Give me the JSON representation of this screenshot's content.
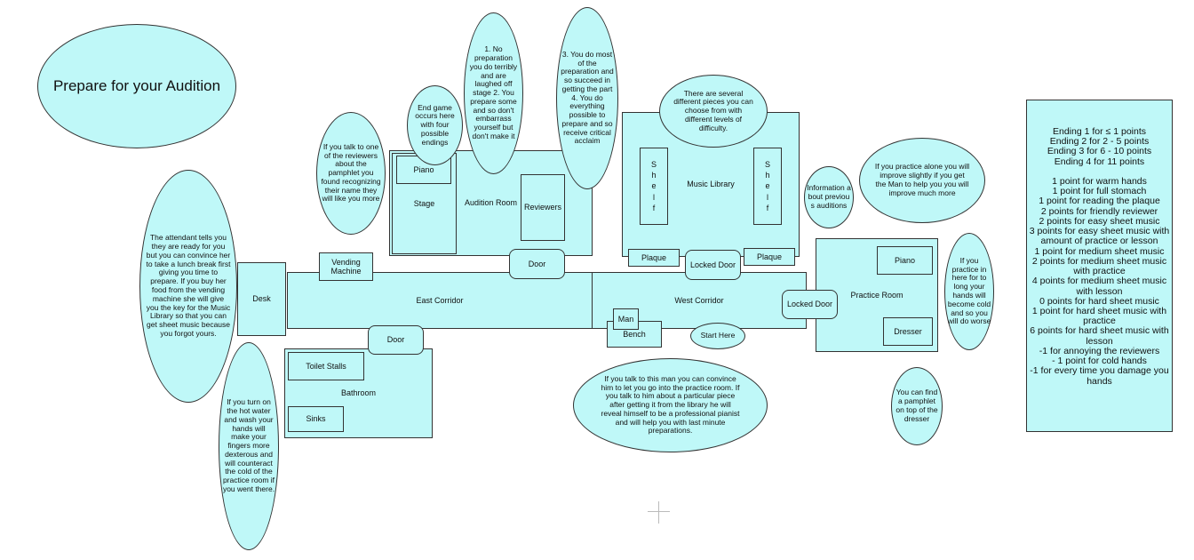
{
  "title": "Prepare for your Audition",
  "rooms": {
    "desk": "Desk",
    "vending_machine": "Vending Machine",
    "east_corridor": "East Corridor",
    "west_corridor": "West Corridor",
    "door_upper": "Door",
    "door_lower": "Door",
    "locked_door_library": "Locked Door",
    "locked_door_practice": "Locked Door",
    "bathroom": "Bathroom",
    "toilet_stalls": "Toilet Stalls",
    "sinks": "Sinks",
    "audition_room": "Audition Room",
    "piano_stage": "Piano",
    "stage": "Stage",
    "reviewers": "Reviewers",
    "music_library": "Music Library",
    "shelf_left": "S\nh\ne\nl\nf",
    "shelf_right": "S\nh\ne\nl\nf",
    "plaque_left": "Plaque",
    "plaque_right": "Plaque",
    "practice_room": "Practice Room",
    "piano_practice": "Piano",
    "dresser": "Dresser",
    "man": "Man",
    "bench": "Bench",
    "start_here": "Start Here"
  },
  "notes": {
    "attendant": "The attendant tells you they are ready for you but you can convince her to take a lunch break first giving you time to prepare. If you buy her food from the vending machine she will give you the key for the Music Library so that you can get sheet music because you forgot yours.",
    "hot_water": "If you turn on the hot water and wash your hands will make your fingers more dexterous and will counteract the cold of the practice room if you went there.",
    "reviewers": "If you talk to one of the reviewers about the pamphlet you found recognizing their name they will like you more",
    "endgame": "End game occurs here with four possible endings",
    "endings_1_2": "1. No preparation you do terribly and are laughed off stage 2. You prepare some and so don't embarrass yourself but don't make it",
    "endings_3_4": "3. You do most of the preparation and so succeed in getting the part 4. You do everything possible to prepare and so receive critical acclaim",
    "pieces": "There are several different pieces you can choose from with different levels of difficulty.",
    "info": "Information about previous auditions",
    "practice_alone": "If you practice alone you will improve slightly if you get the Man to help you you will improve much more",
    "practice_long": "If you practice in here for to long your hands will become cold and so you will do worse",
    "pamphlet": "You can find a pamphlet on top of the dresser",
    "man": "If you talk to this man you can convince him to let you go into the practice room. If you talk to him about a particular piece after getting it from the library he will reveal himself to be a professional pianist and will help you with last minute preparations."
  },
  "scoring": [
    "Ending 1 for ≤ 1 points",
    "Ending 2 for 2 - 5 points",
    "Ending 3 for 6 - 10 points",
    "Ending 4 for 11 points",
    "",
    "1 point for warm hands",
    "1 point for full stomach",
    "1 point for reading the plaque",
    "2 points for friendly reviewer",
    "2 points for easy sheet music",
    "3 points for easy sheet music with amount of practice or lesson",
    "1 point for medium sheet music",
    "2 points for medium sheet music with practice",
    "4 points for medium sheet music with lesson",
    "0 points for hard sheet music",
    "1 point for hard sheet music with practice",
    "6 points for hard sheet music with lesson",
    "-1 for annoying the reviewers",
    "- 1 point for cold hands",
    "-1 for every time you damage you hands"
  ]
}
